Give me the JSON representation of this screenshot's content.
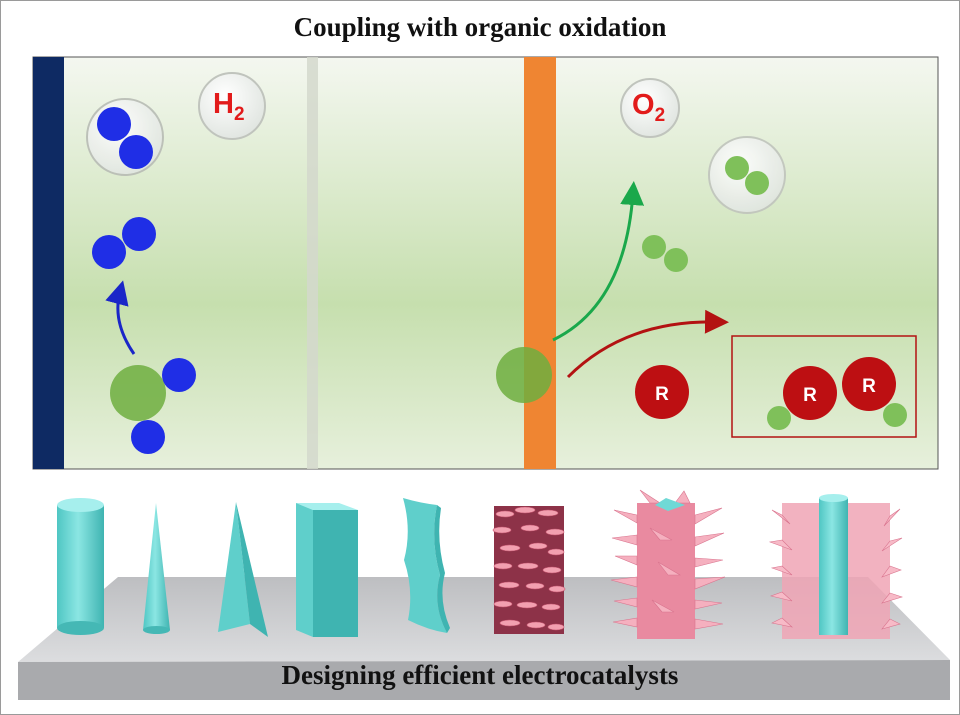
{
  "title": "Coupling with organic oxidation",
  "caption": "Designing efficient electrocatalysts",
  "cell": {
    "h2_label_main": "H",
    "h2_label_sub": "2",
    "o2_label_main": "O",
    "o2_label_sub": "2",
    "organic_label": "R"
  },
  "colors": {
    "cathode": "#0e2a63",
    "anode": "#ef8532",
    "hydrogen": "#1f2ee6",
    "oxygen": "#7fc05a",
    "catalyst_site": "#6fae3f",
    "organic": "#bd0f12",
    "hydrogen_arrow": "#1a26c8",
    "oxygen_arrow": "#1aa84b",
    "organic_arrow": "#b31212",
    "label_red": "#e21b1b",
    "nanostructure_cyan": "#6fd9d6",
    "nanostructure_pink": "#f2a0b0",
    "platform": "#c9cacc"
  },
  "catalyst_shapes": [
    "cylinder",
    "cone",
    "pyramid",
    "block",
    "wavy-sheet",
    "flake-array",
    "spiky-column",
    "spiky-core"
  ]
}
